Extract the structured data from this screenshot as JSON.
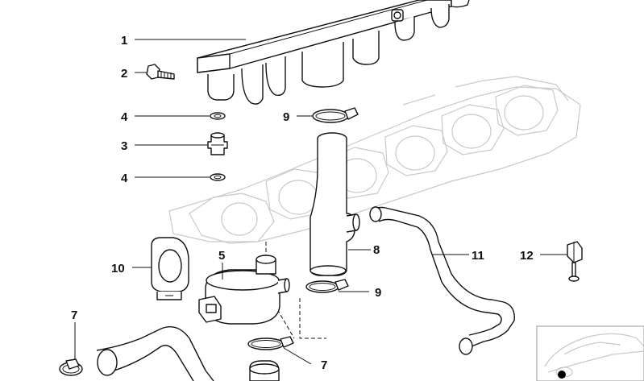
{
  "callouts": {
    "c1": "1",
    "c2": "2",
    "c3": "3",
    "c4a": "4",
    "c4b": "4",
    "c5": "5",
    "c7a": "7",
    "c7b": "7",
    "c8": "8",
    "c9a": "9",
    "c9b": "9",
    "c10": "10",
    "c11": "11",
    "c12": "12"
  }
}
